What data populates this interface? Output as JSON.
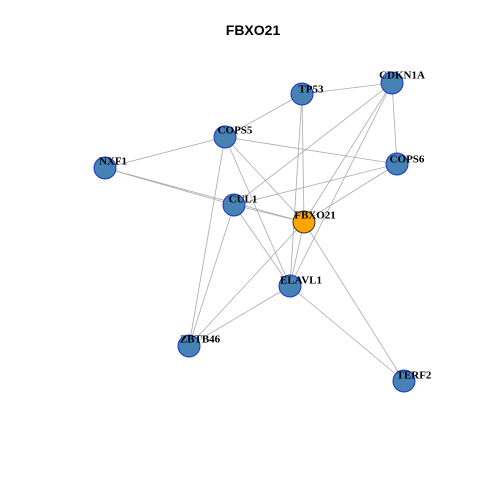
{
  "title": "FBXO21",
  "colors": {
    "node_fill": "#4682b4",
    "node_stroke": "#1a33cc",
    "focus_fill": "#ffa500",
    "focus_stroke": "#333333",
    "edge": "#aaaaaa"
  },
  "nodes": [
    {
      "id": "TP53",
      "label": "TP53",
      "focus": false
    },
    {
      "id": "CDKN1A",
      "label": "CDKN1A",
      "focus": false
    },
    {
      "id": "COPS5",
      "label": "COPS5",
      "focus": false
    },
    {
      "id": "COPS6",
      "label": "COPS6",
      "focus": false
    },
    {
      "id": "NXF1",
      "label": "NXF1",
      "focus": false
    },
    {
      "id": "CUL1",
      "label": "CUL1",
      "focus": false
    },
    {
      "id": "FBXO21",
      "label": "FBXO21",
      "focus": true
    },
    {
      "id": "ELAVL1",
      "label": "ELAVL1",
      "focus": false
    },
    {
      "id": "ZBTB46",
      "label": "ZBTB46",
      "focus": false
    },
    {
      "id": "TERF2",
      "label": "TERF2",
      "focus": false
    }
  ],
  "edges": [
    [
      "TP53",
      "CDKN1A"
    ],
    [
      "TP53",
      "COPS5"
    ],
    [
      "TP53",
      "FBXO21"
    ],
    [
      "TP53",
      "ELAVL1"
    ],
    [
      "CDKN1A",
      "COPS6"
    ],
    [
      "CDKN1A",
      "CUL1"
    ],
    [
      "CDKN1A",
      "FBXO21"
    ],
    [
      "CDKN1A",
      "ELAVL1"
    ],
    [
      "COPS5",
      "NXF1"
    ],
    [
      "COPS5",
      "COPS6"
    ],
    [
      "COPS5",
      "FBXO21"
    ],
    [
      "COPS5",
      "ELAVL1"
    ],
    [
      "COPS5",
      "ZBTB46"
    ],
    [
      "COPS6",
      "CUL1"
    ],
    [
      "COPS6",
      "FBXO21"
    ],
    [
      "NXF1",
      "CUL1"
    ],
    [
      "NXF1",
      "FBXO21"
    ],
    [
      "CUL1",
      "FBXO21"
    ],
    [
      "CUL1",
      "ELAVL1"
    ],
    [
      "CUL1",
      "ZBTB46"
    ],
    [
      "FBXO21",
      "ELAVL1"
    ],
    [
      "FBXO21",
      "ZBTB46"
    ],
    [
      "FBXO21",
      "TERF2"
    ],
    [
      "ELAVL1",
      "ZBTB46"
    ],
    [
      "ELAVL1",
      "TERF2"
    ]
  ]
}
